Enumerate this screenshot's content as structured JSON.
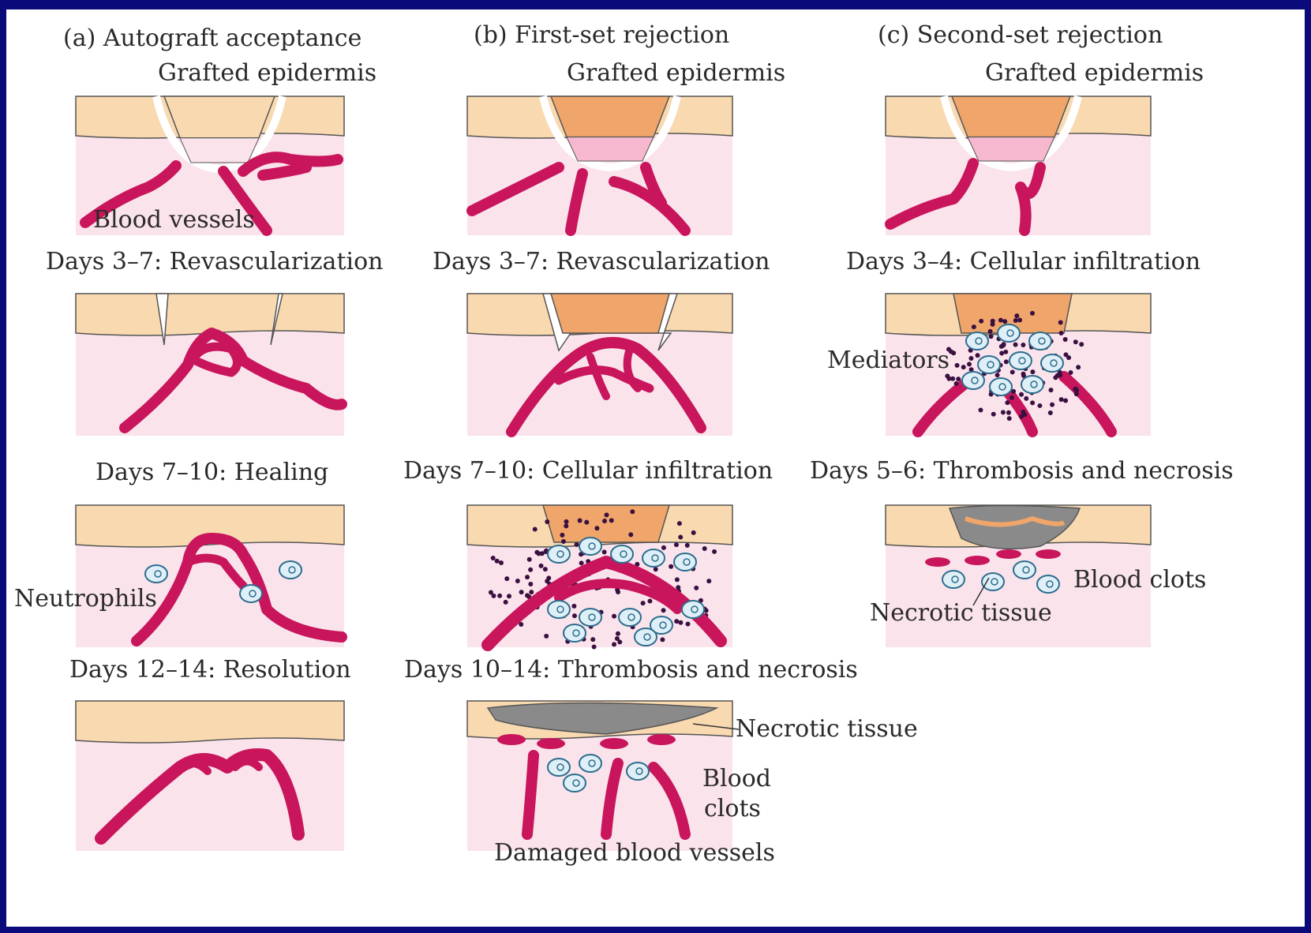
{
  "colors": {
    "frame": "#0a0a7a",
    "epidermis": "#f9d9b0",
    "dermis": "#fbe3ec",
    "graft_active": "#f0a56a",
    "graft_under": "#f5b8cf",
    "vessel": "#c8155c",
    "necrotic": "#8a8a8a",
    "cell_fill": "#dfeff7",
    "cell_stroke": "#2c6e8e"
  },
  "columns": {
    "a": {
      "title": "(a) Autograft acceptance"
    },
    "b": {
      "title": "(b) First-set rejection"
    },
    "c": {
      "title": "(c) Second-set rejection"
    }
  },
  "panels": {
    "a1": {
      "label_top": "Grafted epidermis",
      "label_vessels": "Blood vessels"
    },
    "a2": {
      "stage": "Days 3–7: Revascularization"
    },
    "a3": {
      "stage": "Days 7–10: Healing",
      "label_cells": "Neutrophils"
    },
    "a4": {
      "stage": "Days 12–14: Resolution"
    },
    "b1": {
      "label_top": "Grafted epidermis"
    },
    "b2": {
      "stage": "Days 3–7: Revascularization"
    },
    "b3": {
      "stage": "Days 7–10: Cellular infiltration"
    },
    "b4": {
      "stage": "Days 10–14: Thrombosis and necrosis",
      "label_necrotic": "Necrotic tissue",
      "label_clots_1": "Blood",
      "label_clots_2": "clots",
      "label_damaged": "Damaged blood vessels"
    },
    "c1": {
      "label_top": "Grafted epidermis"
    },
    "c2": {
      "stage": "Days 3–4: Cellular infiltration",
      "label_mediators": "Mediators"
    },
    "c3": {
      "stage": "Days 5–6: Thrombosis and necrosis",
      "label_clots": "Blood clots",
      "label_necrotic": "Necrotic tissue"
    }
  }
}
